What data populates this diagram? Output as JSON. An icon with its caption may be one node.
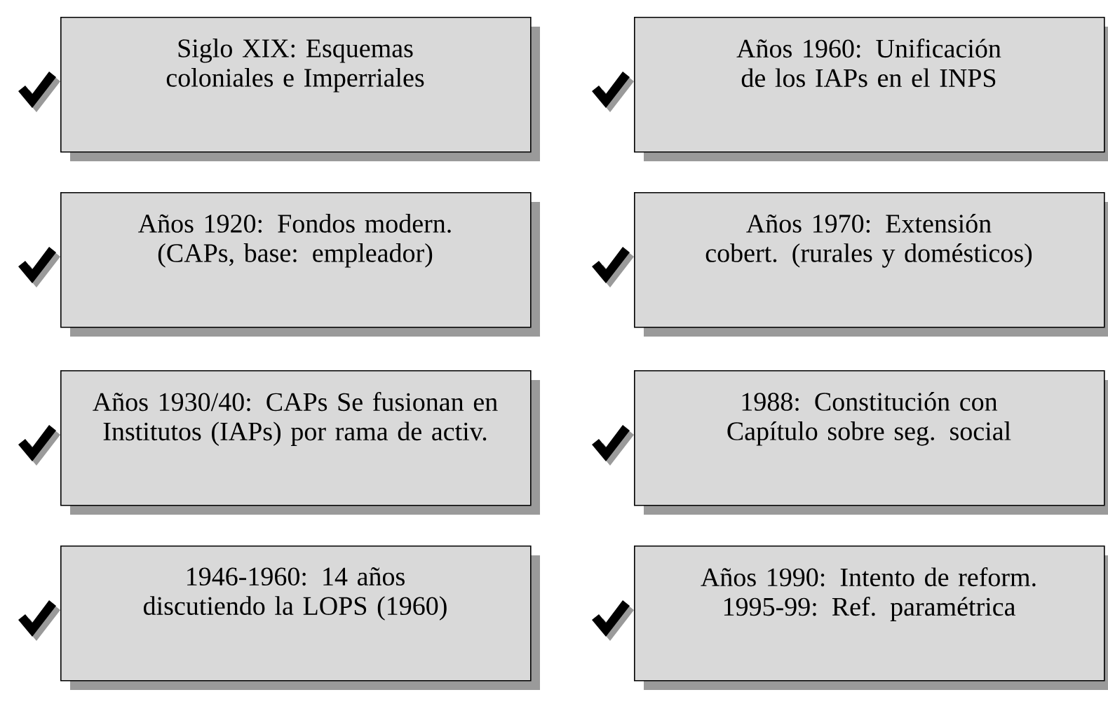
{
  "diagram": {
    "nodes": [
      {
        "text": [
          "Siglo XIX: Esquemas coloniales e Imperriales"
        ]
      },
      {
        "text": [
          "Años 1920: Fondos modern. (CAPs, base: empleador)"
        ]
      },
      {
        "text": [
          "Años 1930/40: CAPs Se fusionan en Institutos (IAPs) por rama de activ."
        ]
      },
      {
        "text": [
          "1946-1960: 14 años discutiendo la LOPS (1960)"
        ]
      },
      {
        "text": [
          "Años 1960: Unificación de los IAPs en el INPS"
        ]
      },
      {
        "text": [
          "Años 1970: Extensión cobert. (rurales y domésticos)"
        ]
      },
      {
        "text": [
          "1988: Constitución con Capítulo sobre seg. social"
        ]
      },
      {
        "text": [
          "Años 1990: Intento de reform. 1995-99: Ref. paramétrica"
        ]
      }
    ]
  }
}
